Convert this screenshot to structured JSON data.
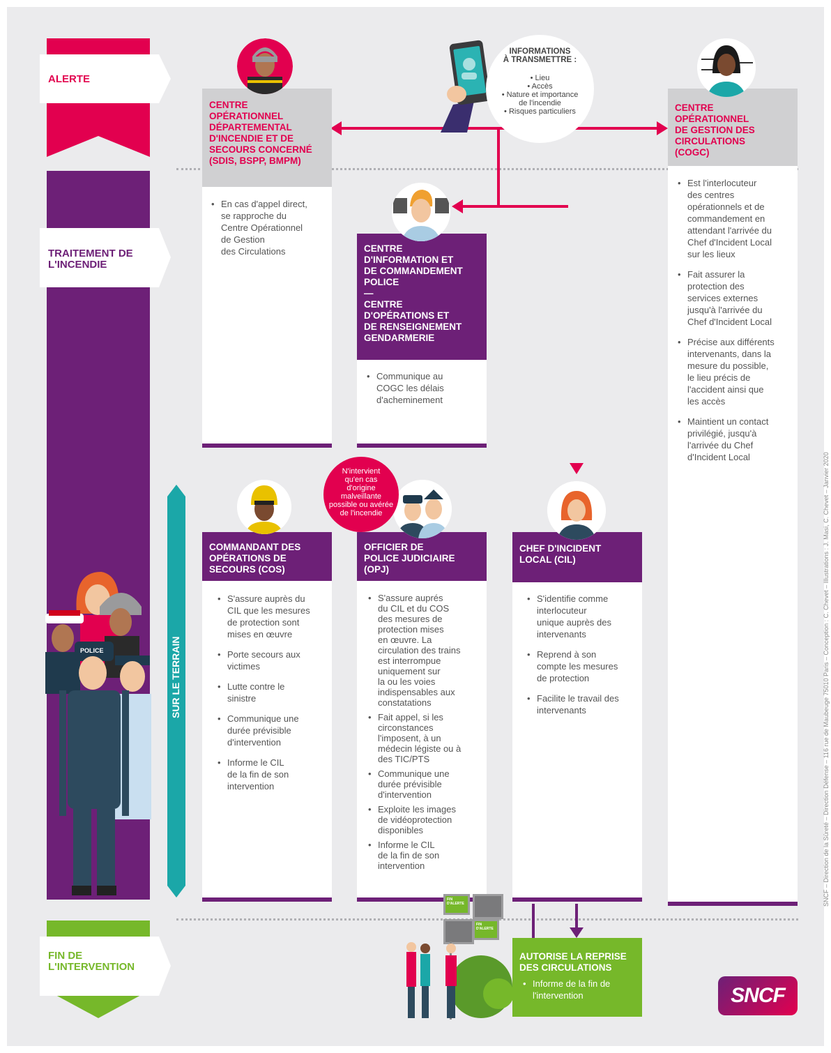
{
  "phases": {
    "alerte": "ALERTE",
    "traitement": "TRAITEMENT DE\nL'INCENDIE",
    "terrain": "SUR LE TERRAIN",
    "fin": "FIN DE\nL'INTERVENTION"
  },
  "info_bubble": {
    "title": "INFORMATIONS\nÀ TRANSMETTRE :",
    "items": [
      "• Lieu",
      "• Accès",
      "• Nature et importance\nde l'incendie",
      "• Risques particuliers"
    ]
  },
  "codis": {
    "title": "CENTRE\nOPÉRATIONNEL\nDÉPARTEMENTAL\nD'INCENDIE ET DE\nSECOURS CONCERNÉ\n(SDIS, BSPP, BMPM)",
    "items": [
      "En cas d'appel direct,\nse rapproche du\nCentre Opérationnel\nde Gestion\ndes Circulations"
    ]
  },
  "cogc": {
    "title": "CENTRE\nOPÉRATIONNEL\nDE GESTION DES\nCIRCULATIONS\n(COGC)",
    "items": [
      "Est l'interlocuteur\ndes centres\nopérationnels et de\ncommandement en\nattendant l'arrivée du\nChef d'Incident Local\nsur les lieux",
      "Fait assurer la\nprotection des\nservices externes\njusqu'à l'arrivée du\nChef d'Incident Local",
      "Précise aux différents\nintervenants, dans la\nmesure du possible,\nle lieu précis de\nl'accident ainsi que\nles accès",
      "Maintient un contact\nprivilégié, jusqu'à\nl'arrivée du Chef\nd'Incident Local"
    ]
  },
  "cic": {
    "title": "CENTRE\nD'INFORMATION ET\nDE COMMANDEMENT\nPOLICE\n—\nCENTRE\nD'OPÉRATIONS ET\nDE RENSEIGNEMENT\nGENDARMERIE",
    "items": [
      "Communique au\nCOGC les délais\nd'acheminement"
    ]
  },
  "cos": {
    "title": "COMMANDANT DES\nOPÉRATIONS DE\nSECOURS (COS)",
    "items": [
      "S'assure auprès du\nCIL que les mesures\nde protection sont\nmises en œuvre",
      "Porte secours aux\nvictimes",
      "Lutte contre le\nsinistre",
      "Communique une\ndurée prévisible\nd'intervention",
      "Informe le CIL\nde la fin de son\nintervention"
    ]
  },
  "opj": {
    "title": "OFFICIER DE\nPOLICE JUDICIAIRE\n(OPJ)",
    "badge": "N'intervient\nqu'en cas\nd'origine\nmalveillante\npossible ou avérée\nde l'incendie",
    "items": [
      "S'assure auprés\ndu CIL et du COS\ndes mesures de\nprotection mises\nen œuvre. La\ncirculation des trains\nest interrompue\nuniquement sur\nla ou les voies\nindispensables aux\nconstatations",
      "Fait appel, si les\ncirconstances\nl'imposent, à un\nmédecin légiste ou à\ndes TIC/PTS",
      "Communique une\ndurée prévisible\nd'intervention",
      "Exploite les images\nde vidéoprotection\ndisponibles",
      "Informe le CIL\nde la fin de son\nintervention"
    ]
  },
  "cil": {
    "title": "CHEF D'INCIDENT\nLOCAL (CIL)",
    "items": [
      "S'identifie comme\ninterlocuteur\nunique auprès des\nintervenants",
      "Reprend à son\ncompte les mesures\nde protection",
      "Facilite le travail des\nintervenants"
    ]
  },
  "reprise": {
    "title": "AUTORISE LA REPRISE\nDES CIRCULATIONS",
    "items": [
      "Informe de la fin de\nl'intervention"
    ]
  },
  "signs": {
    "fin_alerte": "FIN\nD'ALERTE"
  },
  "police_cap": "POLICE",
  "logo": "SNCF",
  "credit": "SNCF – Direction de la Sûreté – Direction Défense – 116 rue de Maubeuge 75010 Paris – Conception : C. Chevet – Illustrations : J. Masi, C. Chevet – Janvier 2020",
  "colors": {
    "magenta": "#e2004f",
    "purple": "#6d2077",
    "teal": "#1ba7a8",
    "green": "#76b82a",
    "grey": "#d0d0d2"
  }
}
